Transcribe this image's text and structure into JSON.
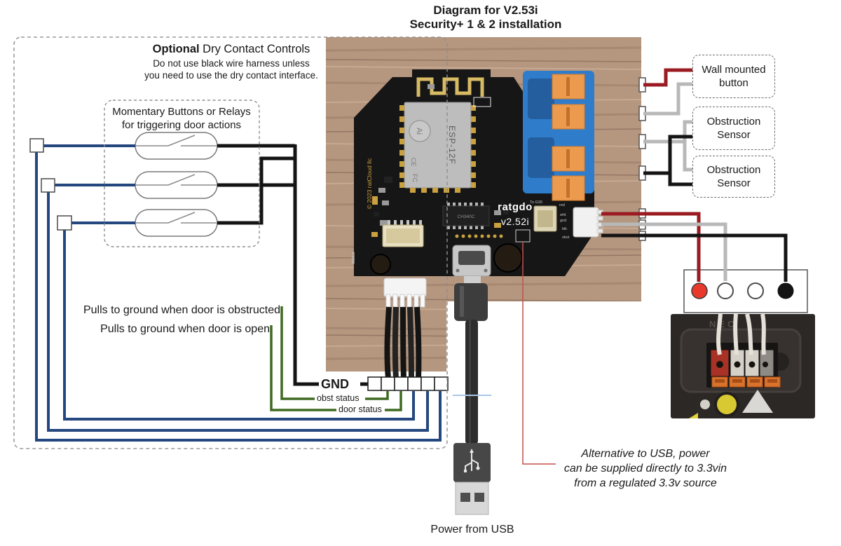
{
  "title": {
    "line1": "Diagram for V2.53i",
    "line2": "Security+ 1 & 2 installation"
  },
  "left_panel": {
    "optional_bold": "Optional",
    "optional_rest": " Dry Contact Controls",
    "note_line1": "Do not use black wire harness unless",
    "note_line2": "you need to use the dry contact interface.",
    "momentary_line1": "Momentary Buttons or Relays",
    "momentary_line2": "for triggering door actions",
    "pulls_obstructed": "Pulls to ground when door is obstructed",
    "pulls_open": "Pulls to ground when door is open",
    "gnd_label": "GND",
    "obst_status_label": "obst status",
    "door_status_label": "door status"
  },
  "right_panel": {
    "boxes": [
      {
        "line1": "Wall mounted",
        "line2": "button"
      },
      {
        "line1": "Obstruction",
        "line2": "Sensor"
      },
      {
        "line1": "Obstruction",
        "line2": "Sensor"
      }
    ]
  },
  "board": {
    "logo": "ratgdo",
    "version": "v2.52i",
    "module": "ESP-12F",
    "module_logo": "Ai",
    "cert1": "CE",
    "cert2": "FC",
    "copyright": "© 2023 ratCloud llc",
    "usb_ic": "CH340C",
    "status_label": "status",
    "pin_labels": {
      "to_g30": "To G30",
      "red": "red",
      "wht": "wht",
      "gnd": "gnd",
      "blk": "blk",
      "obst": "obst"
    }
  },
  "opener": {
    "brand": "NEC"
  },
  "bottom": {
    "alt_power_line1": "Alternative to USB, power",
    "alt_power_line2": "can be supplied directly to 3.3vin",
    "alt_power_line3": "from a regulated 3.3v source",
    "power_from_usb": "Power from USB"
  },
  "colors": {
    "wire_blue": "#24477F",
    "wire_green": "#3E6B22",
    "wire_black": "#141414",
    "wire_red": "#9B1B22",
    "wire_gray": "#B8B8B8",
    "callout_red": "#C2504B",
    "terminal_red": "#E8392D",
    "board_blue": "#2F7CCB",
    "lever_orange": "#EC9A4E",
    "antenna_gold": "#D7BB64"
  }
}
